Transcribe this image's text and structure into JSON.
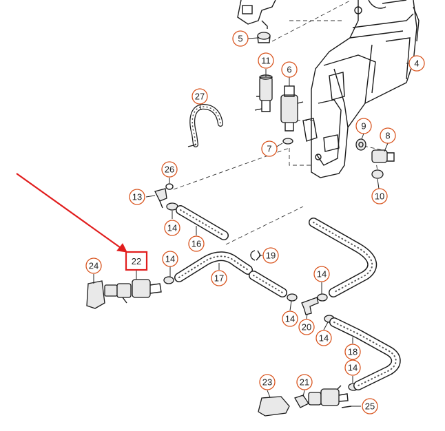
{
  "diagram": {
    "colors": {
      "callout_stroke": "#d9541e",
      "highlight": "#e11d1d",
      "line": "#1a1a1a"
    },
    "callouts": [
      {
        "id": "4",
        "label": "4"
      },
      {
        "id": "5",
        "label": "5"
      },
      {
        "id": "6",
        "label": "6"
      },
      {
        "id": "7",
        "label": "7"
      },
      {
        "id": "8",
        "label": "8"
      },
      {
        "id": "9",
        "label": "9"
      },
      {
        "id": "10",
        "label": "10"
      },
      {
        "id": "11",
        "label": "11"
      },
      {
        "id": "13",
        "label": "13"
      },
      {
        "id": "14a",
        "label": "14"
      },
      {
        "id": "14b",
        "label": "14"
      },
      {
        "id": "14c",
        "label": "14"
      },
      {
        "id": "14d",
        "label": "14"
      },
      {
        "id": "14e",
        "label": "14"
      },
      {
        "id": "14f",
        "label": "14"
      },
      {
        "id": "16",
        "label": "16"
      },
      {
        "id": "17",
        "label": "17"
      },
      {
        "id": "18",
        "label": "18"
      },
      {
        "id": "19",
        "label": "19"
      },
      {
        "id": "20",
        "label": "20"
      },
      {
        "id": "21",
        "label": "21"
      },
      {
        "id": "22",
        "label": "22"
      },
      {
        "id": "23",
        "label": "23"
      },
      {
        "id": "24",
        "label": "24"
      },
      {
        "id": "25",
        "label": "25"
      },
      {
        "id": "26",
        "label": "26"
      },
      {
        "id": "27",
        "label": "27"
      }
    ],
    "highlighted_part": "22"
  }
}
